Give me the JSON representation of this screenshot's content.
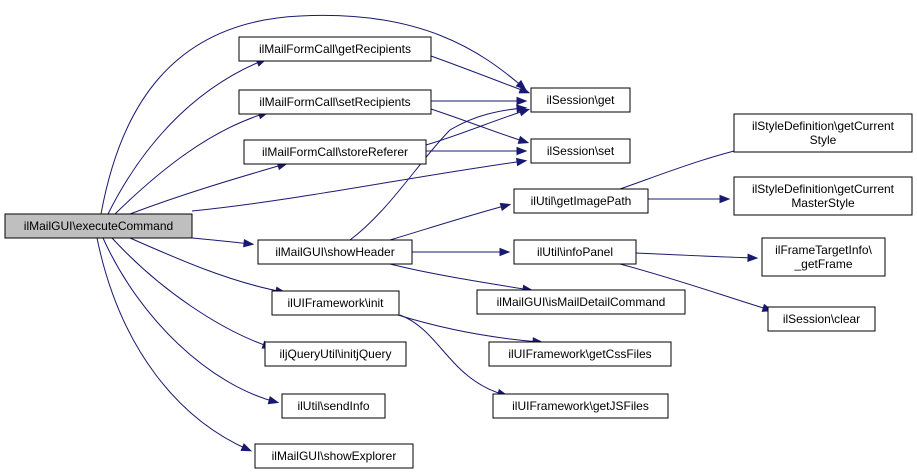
{
  "graph": {
    "title": "",
    "nodes": {
      "executeCommand": {
        "lines": [
          "ilMailGUI\\executeCommand"
        ],
        "root": true
      },
      "getRecipients": {
        "lines": [
          "ilMailFormCall\\getRecipients"
        ]
      },
      "setRecipients": {
        "lines": [
          "ilMailFormCall\\setRecipients"
        ]
      },
      "storeReferer": {
        "lines": [
          "ilMailFormCall\\storeReferer"
        ]
      },
      "sessionGet": {
        "lines": [
          "ilSession\\get"
        ]
      },
      "sessionSet": {
        "lines": [
          "ilSession\\set"
        ]
      },
      "showHeader": {
        "lines": [
          "ilMailGUI\\showHeader"
        ]
      },
      "getImagePath": {
        "lines": [
          "ilUtil\\getImagePath"
        ]
      },
      "infoPanel": {
        "lines": [
          "ilUtil\\infoPanel"
        ]
      },
      "isMailDetailCommand": {
        "lines": [
          "ilMailGUI\\isMailDetailCommand"
        ]
      },
      "getCurrentStyle": {
        "lines": [
          "ilStyleDefinition\\getCurrent",
          "Style"
        ]
      },
      "getCurrentMasterStyle": {
        "lines": [
          "ilStyleDefinition\\getCurrent",
          "MasterStyle"
        ]
      },
      "getFrame": {
        "lines": [
          "ilFrameTargetInfo\\",
          "_getFrame"
        ]
      },
      "sessionClear": {
        "lines": [
          "ilSession\\clear"
        ]
      },
      "uiInit": {
        "lines": [
          "ilUIFramework\\init"
        ]
      },
      "getCssFiles": {
        "lines": [
          "ilUIFramework\\getCssFiles"
        ]
      },
      "getJSFiles": {
        "lines": [
          "ilUIFramework\\getJSFiles"
        ]
      },
      "initjQuery": {
        "lines": [
          "iljQueryUtil\\initjQuery"
        ]
      },
      "sendInfo": {
        "lines": [
          "ilUtil\\sendInfo"
        ]
      },
      "showExplorer": {
        "lines": [
          "ilMailGUI\\showExplorer"
        ]
      }
    },
    "edges": [
      [
        "executeCommand",
        "sessionGet"
      ],
      [
        "executeCommand",
        "getRecipients"
      ],
      [
        "executeCommand",
        "setRecipients"
      ],
      [
        "executeCommand",
        "storeReferer"
      ],
      [
        "executeCommand",
        "sessionSet"
      ],
      [
        "executeCommand",
        "showHeader"
      ],
      [
        "executeCommand",
        "uiInit"
      ],
      [
        "executeCommand",
        "initjQuery"
      ],
      [
        "executeCommand",
        "sendInfo"
      ],
      [
        "executeCommand",
        "showExplorer"
      ],
      [
        "getRecipients",
        "sessionGet"
      ],
      [
        "setRecipients",
        "sessionGet"
      ],
      [
        "setRecipients",
        "sessionSet"
      ],
      [
        "storeReferer",
        "sessionGet"
      ],
      [
        "storeReferer",
        "sessionSet"
      ],
      [
        "showHeader",
        "sessionGet"
      ],
      [
        "showHeader",
        "getImagePath"
      ],
      [
        "showHeader",
        "infoPanel"
      ],
      [
        "showHeader",
        "isMailDetailCommand"
      ],
      [
        "getImagePath",
        "getCurrentStyle"
      ],
      [
        "getImagePath",
        "getCurrentMasterStyle"
      ],
      [
        "infoPanel",
        "getFrame"
      ],
      [
        "infoPanel",
        "sessionClear"
      ],
      [
        "uiInit",
        "getCssFiles"
      ],
      [
        "uiInit",
        "getJSFiles"
      ]
    ]
  }
}
